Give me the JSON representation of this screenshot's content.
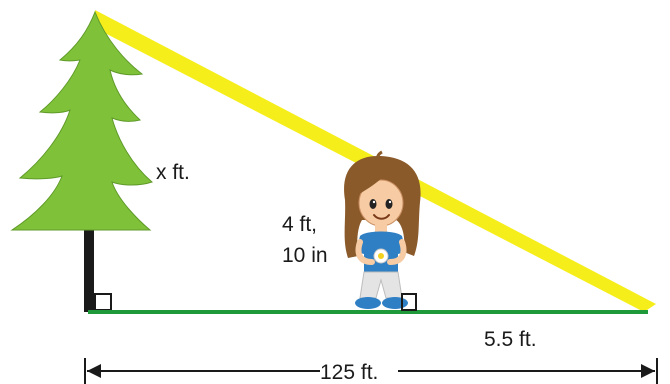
{
  "labels": {
    "tree_height": "x ft.",
    "girl_height_line1": "4 ft,",
    "girl_height_line2": "10 in",
    "shadow_segment": "5.5 ft.",
    "total_distance": "125 ft."
  },
  "colors": {
    "sun_ray": "#f5ee1a",
    "ground": "#1f9a3a",
    "tree_foliage": "#7fc23a",
    "tree_trunk": "#1a1a1a",
    "hair": "#8b5a2b",
    "shirt": "#2f7fc4",
    "pants": "#e4e4e4",
    "shoes": "#2f7fc4"
  }
}
